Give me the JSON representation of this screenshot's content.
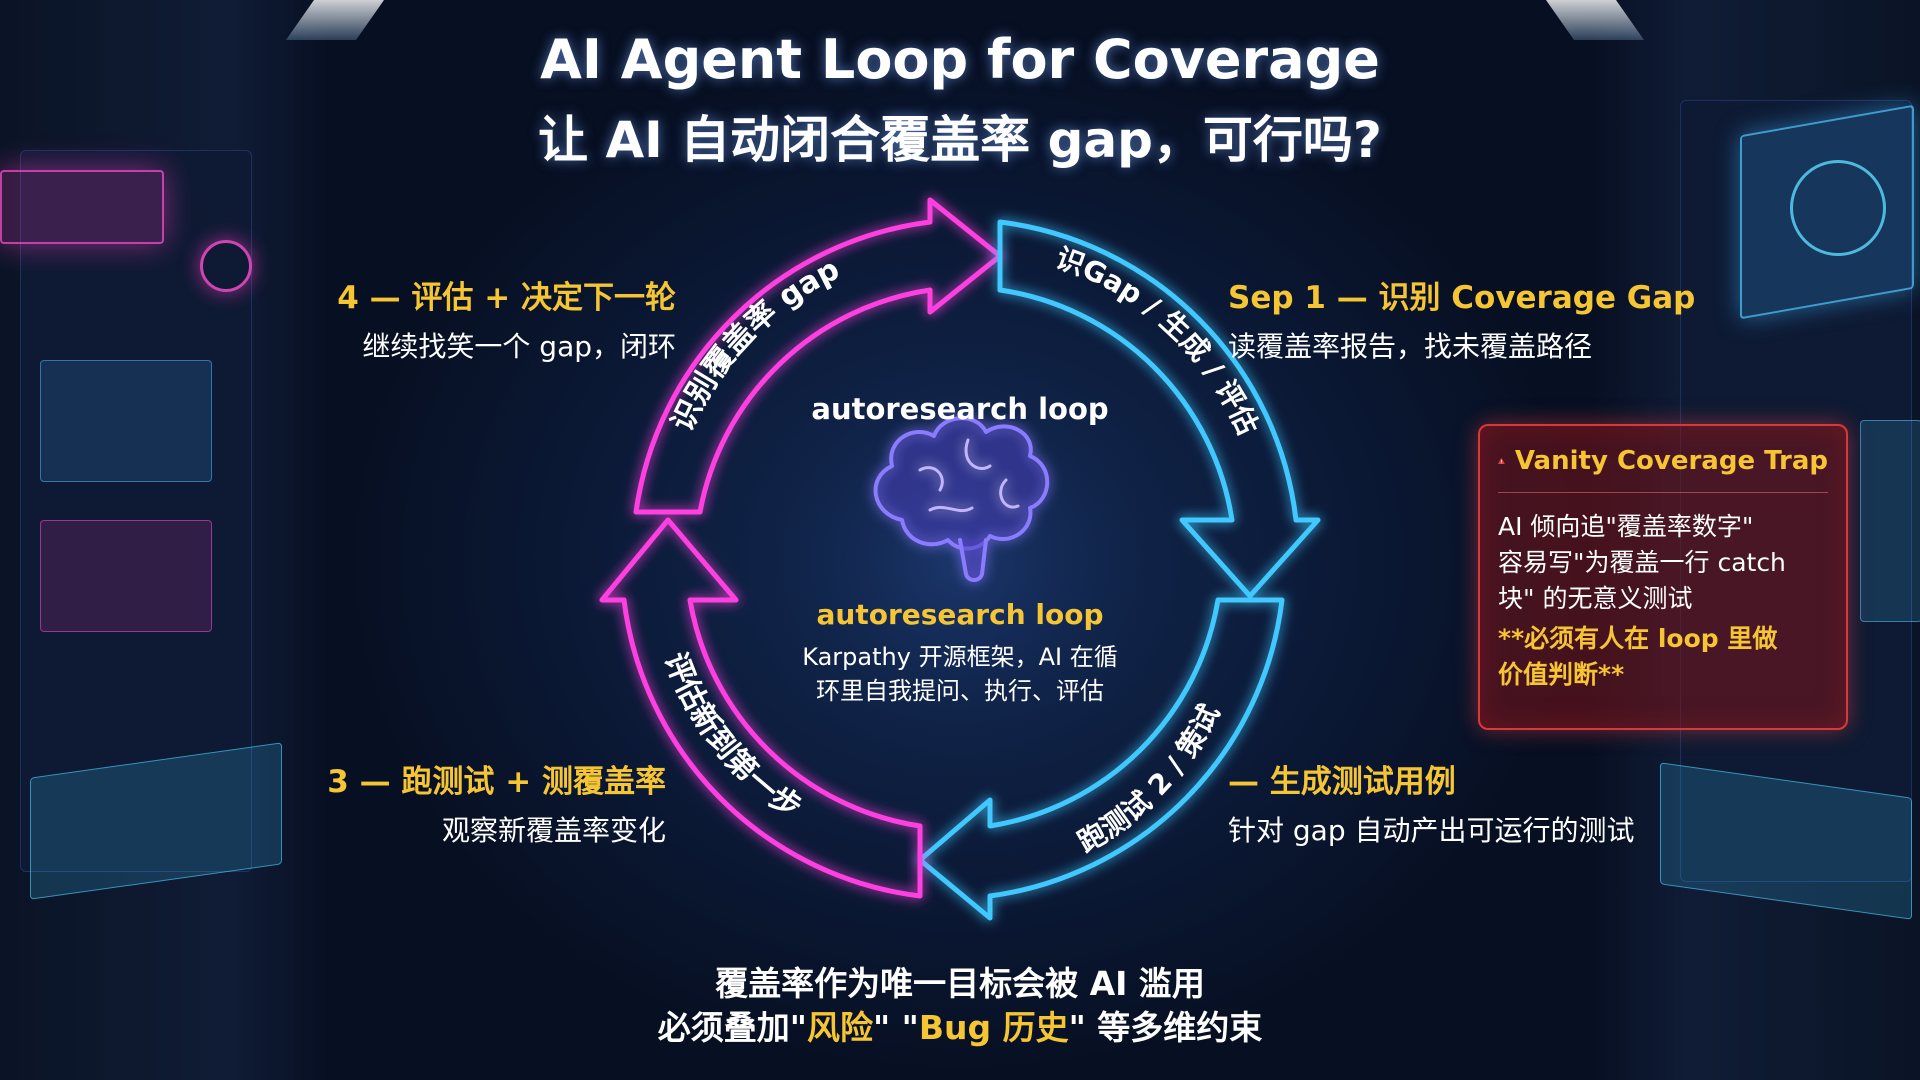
{
  "title": {
    "line1": "AI Agent Loop for Coverage",
    "line2": "让 AI 自动闭合覆盖率 gap，可行吗?"
  },
  "steps": [
    {
      "id": "step1",
      "title": "Sep 1 — 识别 Coverage Gap",
      "desc": "读覆盖率报告，找未覆盖路径"
    },
    {
      "id": "step2",
      "title": "— 生成测试用例",
      "desc": "针对 gap 自动产出可运行的测试"
    },
    {
      "id": "step3",
      "title": "3 — 跑测试 + 测覆盖率",
      "desc": "观察新覆盖率变化"
    },
    {
      "id": "step4",
      "title": "4 — 评估 + 决定下一轮",
      "desc": "继续找笑一个 gap，闭环"
    }
  ],
  "arc_labels": {
    "top_left": "识别覆盖率 gap",
    "top_right": "识Gap / 生成 / 评估",
    "bottom_right": "跑测试 2 / 策试",
    "bottom_left": "评估新到第一步"
  },
  "center": {
    "top_label": "autoresearch loop",
    "title": "autoresearch loop",
    "desc_line1": "Karpathy 开源框架，AI 在循",
    "desc_line2": "环里自我提问、执行、评估"
  },
  "vanity": {
    "title": "Vanity Coverage Trap",
    "line1": "AI 倾向追\"覆盖率数字\"",
    "line2": "容易写\"为覆盖一行 catch",
    "line3": "块\" 的无意义测试",
    "warn1": "**必须有人在 loop 里做",
    "warn2": "价值判断**"
  },
  "footer": {
    "line1": "覆盖率作为唯一目标会被 AI 滥用",
    "line2_pre": "必须叠加\"",
    "line2_hl1": "风险",
    "line2_mid": "\" \"",
    "line2_hl2": "Bug 历史",
    "line2_post": "\" 等多维约束"
  },
  "icons": {
    "center": "brain-icon",
    "vanity": "warning-triangle-icon"
  },
  "colors": {
    "background": "#0c1b3a",
    "accent_yellow": "#f5c533",
    "neon_cyan": "#3fc8ff",
    "neon_magenta": "#ff3fe0",
    "warn_red": "#d8393a"
  }
}
